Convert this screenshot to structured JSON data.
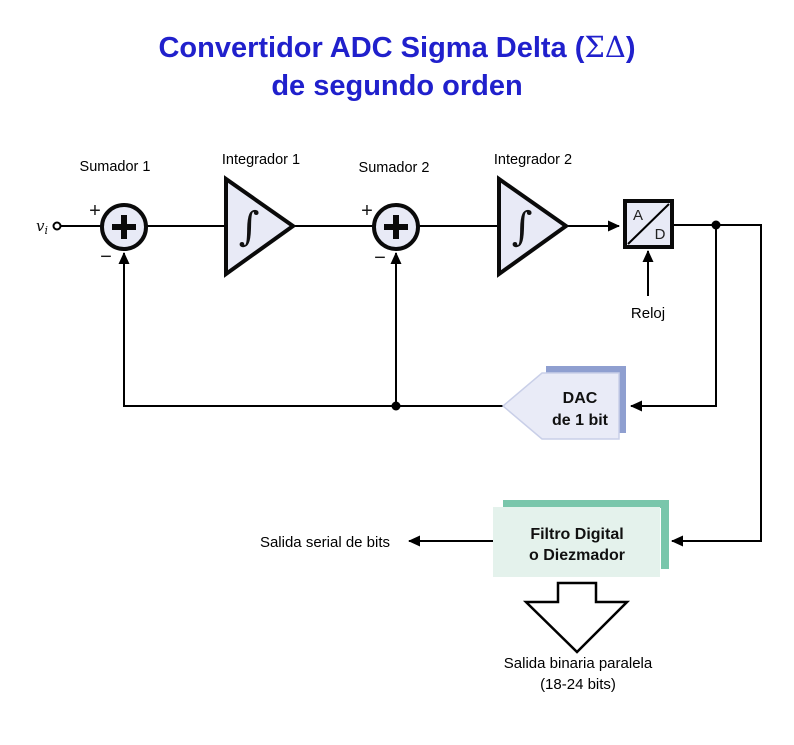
{
  "title": {
    "line1_prefix": "Convertidor ADC Sigma Delta (",
    "line1_symbols": "ΣΔ",
    "line1_suffix": ")",
    "line2": "de segundo orden"
  },
  "colors": {
    "title_blue": "#2020cc",
    "block_fill": "#e8eaf6",
    "dac_fill": "#e9ebf7",
    "dac_accent": "#8f9fd0",
    "filtro_fill": "#e4f2ec",
    "filtro_accent": "#79c6ab",
    "line": "#000000"
  },
  "nodes": {
    "input": {
      "label": "v",
      "subscript": "i"
    },
    "sumador1": {
      "label": "Sumador 1",
      "plus": "+",
      "minus": "−"
    },
    "integrador1": {
      "label": "Integrador 1",
      "symbol": "∫"
    },
    "sumador2": {
      "label": "Sumador 2",
      "plus": "+",
      "minus": "−"
    },
    "integrador2": {
      "label": "Integrador 2",
      "symbol": "∫"
    },
    "adc": {
      "top": "A",
      "bottom": "D"
    },
    "reloj": {
      "label": "Reloj"
    },
    "dac": {
      "line1": "DAC",
      "line2": "de 1 bit"
    },
    "filtro": {
      "line1": "Filtro Digital",
      "line2": "o Diezmador"
    }
  },
  "outputs": {
    "serial_label": "Salida serial de bits",
    "parallel_line1": "Salida binaria paralela",
    "parallel_line2": "(18-24 bits)"
  }
}
